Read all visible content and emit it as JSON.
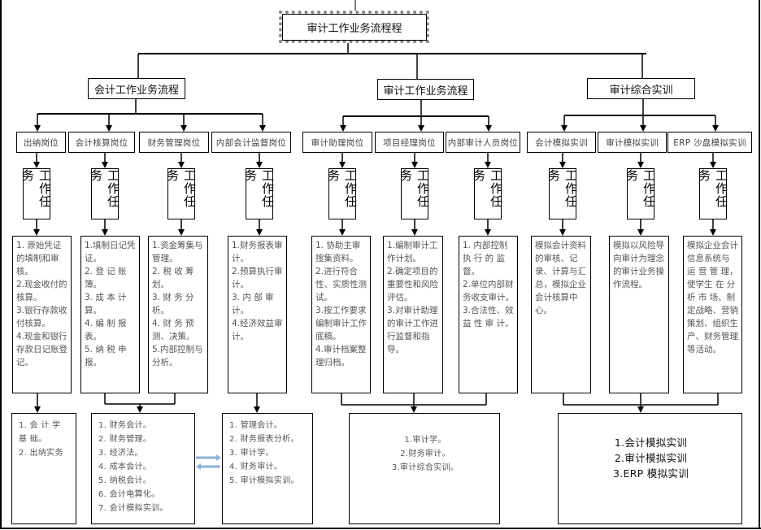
{
  "root": {
    "title": "审计工作业务流程程"
  },
  "categories": [
    {
      "title": "会计工作业务流程"
    },
    {
      "title": "审计工作业务流程"
    },
    {
      "title": "审计综合实训"
    }
  ],
  "task_label": "工作任务",
  "posts": [
    {
      "title": "出纳岗位",
      "tasks": [
        "1. 原始凭证的填制和审核。",
        "2.现金收付的核算。",
        "3.银行存款收付核算。",
        "4.现金和银行存款日记账登记。"
      ]
    },
    {
      "title": "会计核算岗位",
      "tasks": [
        "1.填制日记凭证。",
        "2. 登 记 账 簿。",
        "3. 成 本 计 算。",
        "4. 编 制 报 表。",
        "5. 纳 税 申 报。"
      ]
    },
    {
      "title": "财务管理岗位",
      "tasks": [
        "1.资金筹集与管理。",
        "2. 税 收 筹 划。",
        "3. 财 务 分 析。",
        "4. 财 务 预 测、决策。",
        "5.内部控制与分析。"
      ]
    },
    {
      "title": "内部会计监督岗位",
      "tasks": [
        "1.财务报表审计。",
        "2.预算执行审计。",
        "3. 内 部 审 计。",
        "4.经济效益审计。"
      ]
    },
    {
      "title": "审计助理岗位",
      "tasks": [
        "1. 协助主审搜集资料。",
        "2.进行符合性、实质性测试。",
        "3.按工作要求编制审计工作底稿。",
        "4.审计档案整理归档。"
      ]
    },
    {
      "title": "项目经理岗位",
      "tasks": [
        "1.编制审计工作计划。",
        "2.确定项目的重要性和风险评估。",
        "3.对审计助理的审计工作进行监督和指导。"
      ]
    },
    {
      "title": "内部审计人员岗位",
      "tasks": [
        "1. 内部控制 执 行 的 监 督。",
        "2.单位内部财务收支审计。",
        "3.合法性、效 益 性 审 计。"
      ]
    },
    {
      "title": "会计模拟实训",
      "tasks": [
        "模拟会计资料的审核、记录、计算与汇总，模拟企业会计核算中心。"
      ]
    },
    {
      "title": "审计模拟实训",
      "tasks": [
        "模拟以风险导向审计为理念的审计业务操作流程。"
      ]
    },
    {
      "title": "ERP 沙盘模拟实训",
      "tasks": [
        "模拟企业会计信息系统与 运 营 管 理，使学生 在 分 析 市 场、制定战略、营销策划、组织生产、财务管理等活动。"
      ]
    }
  ],
  "courses": [
    {
      "items": [
        "1. 会 计 学 基 础。",
        "2. 出纳实务"
      ]
    },
    {
      "items": [
        "1. 财务会计。",
        "2. 财务管理。",
        "3. 经济法。",
        "4. 成本会计。",
        "5. 纳税会计。",
        "6. 会计电算化。",
        "7. 会计模拟实训。"
      ]
    },
    {
      "items": [
        "1. 管理会计。",
        "2. 财务报表分析。",
        "3. 审计学。",
        "4. 财务审计。",
        "5. 审计模拟实训。"
      ]
    },
    {
      "items": [
        "1.审计学。",
        "2.财务审计。",
        "3.审计综合实训。"
      ]
    },
    {
      "items": [
        "1.会计模拟实训",
        "2.审计模拟实训",
        "3.ERP 模拟实训"
      ]
    }
  ],
  "colors": {
    "line": "#000000",
    "double_arrow": "#8fb0d8"
  }
}
